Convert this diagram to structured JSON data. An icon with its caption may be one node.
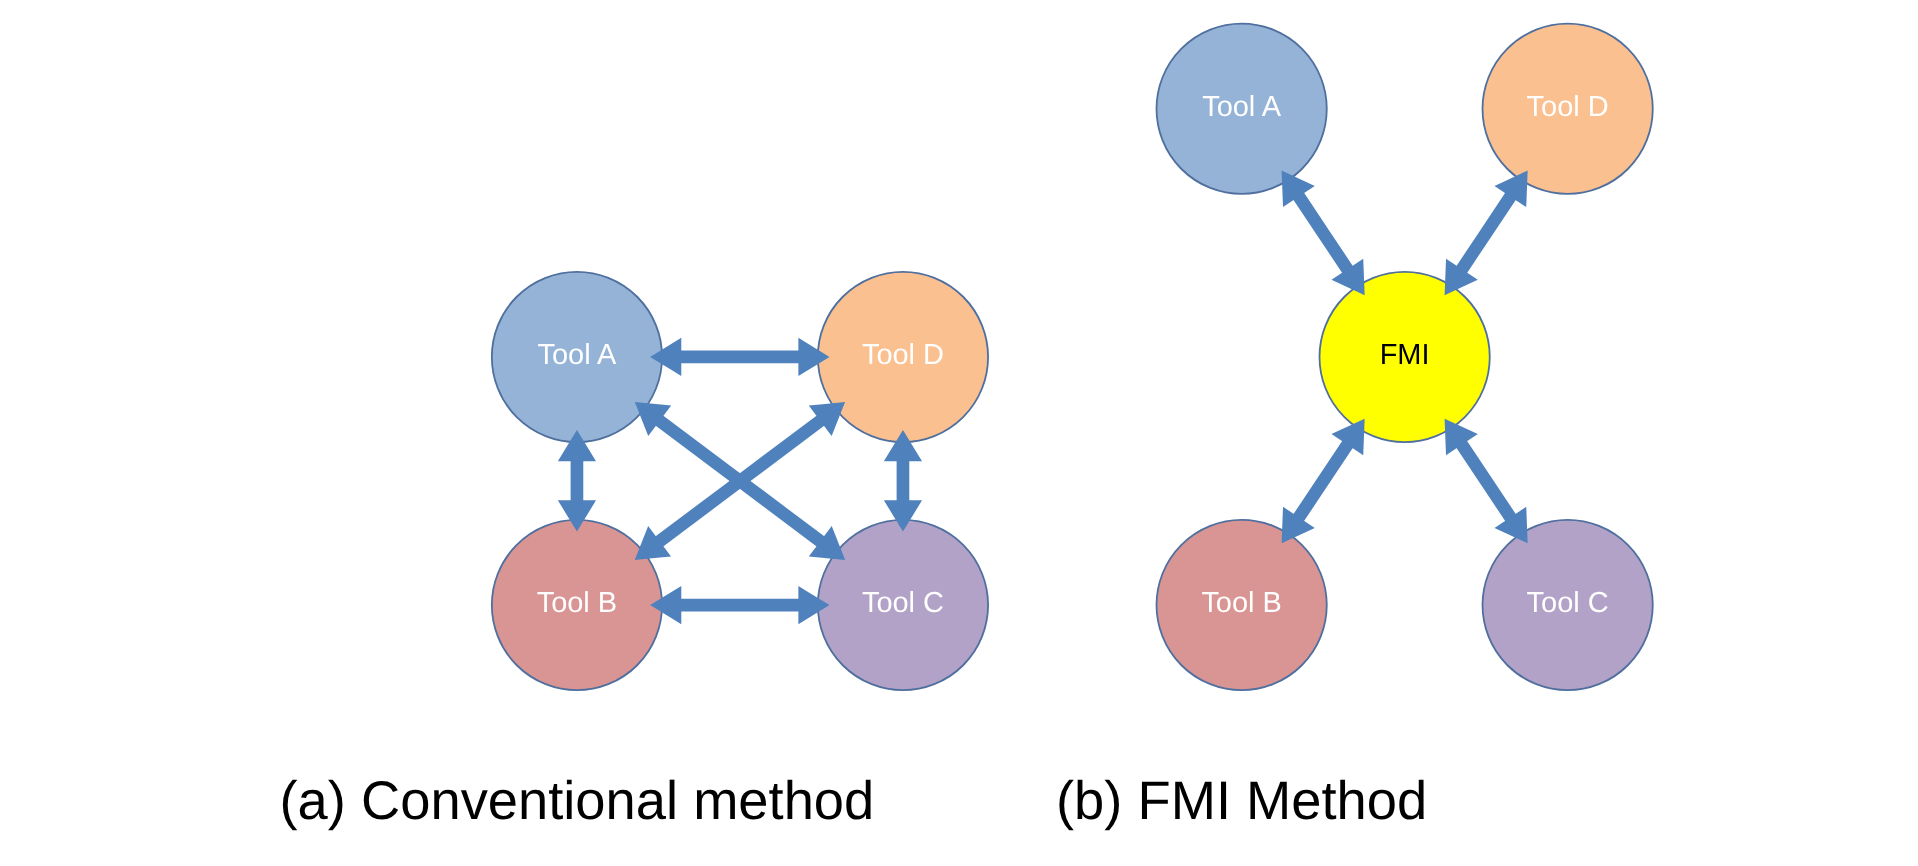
{
  "diagram": {
    "nodes": [
      {
        "text": [
          "Tool A"
        ]
      },
      {
        "text": [
          "Tool D"
        ]
      },
      {
        "text": [
          "Tool B"
        ]
      },
      {
        "text": [
          "Tool C"
        ]
      },
      {
        "text": [
          "Tool A"
        ]
      },
      {
        "text": [
          "Tool D"
        ]
      },
      {
        "text": [
          "FMI"
        ]
      },
      {
        "text": [
          "Tool B"
        ]
      },
      {
        "text": [
          "Tool C"
        ]
      }
    ],
    "edges": [
      {
        "from": 0,
        "to": 1,
        "arrow": "both"
      },
      {
        "from": 0,
        "to": 2,
        "arrow": "both"
      },
      {
        "from": 1,
        "to": 3,
        "arrow": "both"
      },
      {
        "from": 0,
        "to": 3,
        "arrow": "both"
      },
      {
        "from": 1,
        "to": 2,
        "arrow": "both"
      },
      {
        "from": 2,
        "to": 3,
        "arrow": "both"
      },
      {
        "from": 4,
        "to": 6,
        "arrow": "both"
      },
      {
        "from": 5,
        "to": 6,
        "arrow": "both"
      },
      {
        "from": 6,
        "to": 7,
        "arrow": "both"
      },
      {
        "from": 6,
        "to": 8,
        "arrow": "both"
      }
    ],
    "labels": [
      "(a) Conventional method",
      "(b) FMI Method"
    ]
  }
}
